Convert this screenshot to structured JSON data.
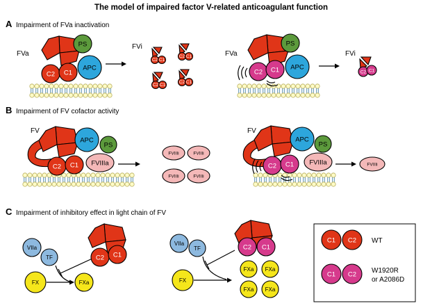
{
  "title": "The model of impaired factor V-related anticoagulant function",
  "panels": {
    "a": {
      "letter": "A",
      "subtitle": "Impairment of FVa inactivation",
      "fva": "FVa",
      "fvi": "FVi",
      "ps": "PS",
      "apc": "APC",
      "c1": "C1",
      "c2": "C2"
    },
    "b": {
      "letter": "B",
      "subtitle": "Impairment of FV cofactor activity",
      "fv": "FV",
      "apc": "APC",
      "ps": "PS",
      "c1": "C1",
      "c2": "C2",
      "fviiia": "FVIIIa",
      "fviiii": "FVIIIi"
    },
    "c": {
      "letter": "C",
      "subtitle": "Impairment of inhibitory effect in light chain of FV",
      "viia": "VIIa",
      "tf": "TF",
      "fx": "FX",
      "fxa": "FXa",
      "c1": "C1",
      "c2": "C2"
    }
  },
  "legend": {
    "wt_c1": "C1",
    "wt_c2": "C2",
    "wt_label": "WT",
    "mut_c1": "C1",
    "mut_c2": "C2",
    "mut_label_line1": "W1920R",
    "mut_label_line2": "or A2086D"
  },
  "colors": {
    "wild_type_domain": "#e03518",
    "mutant_domain": "#d63a8c",
    "apc": "#2da6dc",
    "ps": "#5c9a3c",
    "tf_viia": "#8db9df",
    "fx": "#f5e61b",
    "fviii": "#f4b8b8"
  }
}
